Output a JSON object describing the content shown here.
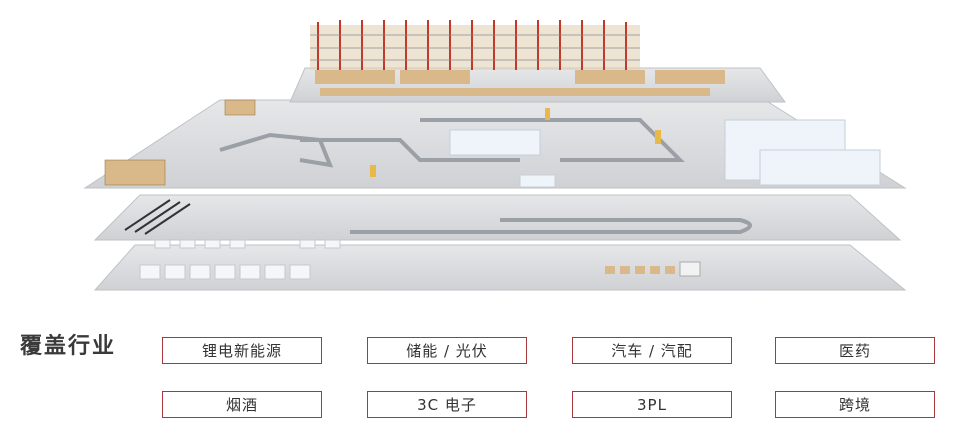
{
  "section_title": "覆盖行业",
  "industries": [
    "锂电新能源",
    "储能 / 光伏",
    "汽车 / 汽配",
    "医药",
    "烟酒",
    "3C 电子",
    "3PL",
    "跨境"
  ],
  "colors": {
    "accent": "#a8383b",
    "floor": "#d9dbdd",
    "rack_red": "#c0392b",
    "box": "#d9b98a"
  }
}
